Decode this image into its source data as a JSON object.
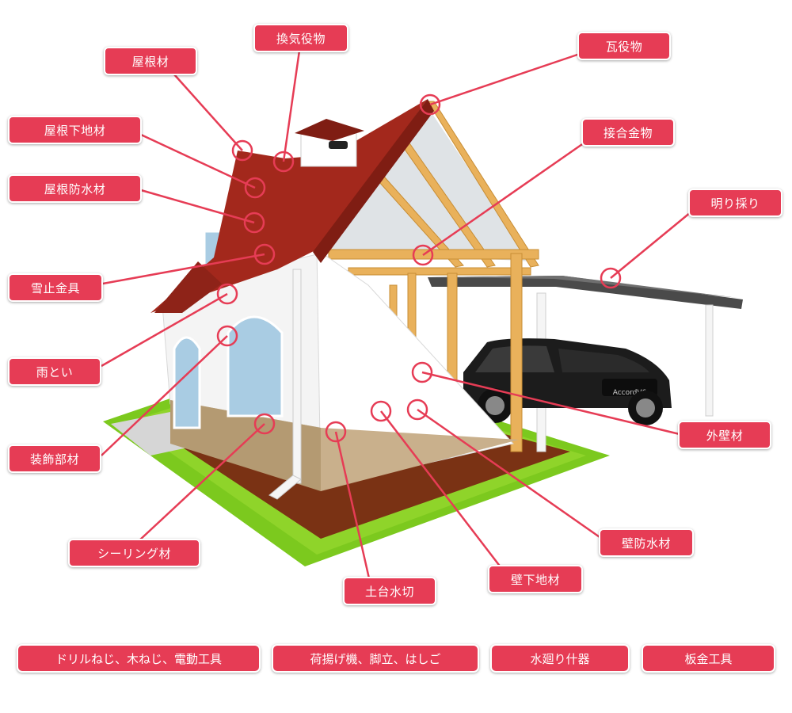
{
  "colors": {
    "accent": "#e63c55",
    "roof": "#a3281c",
    "grass": "#7cc91e",
    "soil": "#7a3214",
    "timber": "#e9b15b",
    "wall": "#f2f2f2"
  },
  "labels": {
    "roof_material": "屋根材",
    "ventilation_parts": "換気役物",
    "tile_parts": "瓦役物",
    "roof_base_material": "屋根下地材",
    "joint_hardware": "接合金物",
    "roof_waterproof": "屋根防水材",
    "skylight": "明り採り",
    "snow_guard": "雪止金具",
    "rain_gutter": "雨とい",
    "decorative_material": "装飾部材",
    "exterior_wall": "外壁材",
    "sealing_material": "シーリング材",
    "wall_waterproof": "壁防水材",
    "base_flashing": "土台水切",
    "wall_base_material": "壁下地材"
  },
  "bottom_buttons": [
    {
      "label": "ドリルねじ、木ねじ、電動工具"
    },
    {
      "label": "荷揚げ機、脚立、はしご"
    },
    {
      "label": "水廻り什器"
    },
    {
      "label": "板金工具"
    }
  ],
  "car_badge": "AccordV6"
}
